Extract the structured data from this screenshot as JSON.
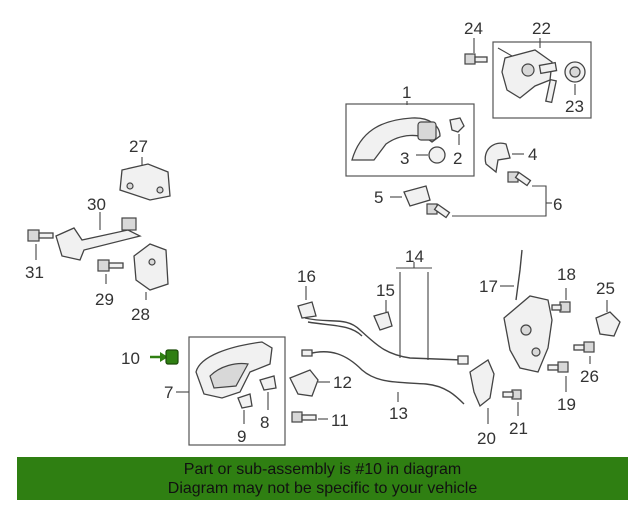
{
  "callouts": {
    "c1": "1",
    "c2": "2",
    "c3": "3",
    "c4": "4",
    "c5": "5",
    "c6": "6",
    "c7": "7",
    "c8": "8",
    "c9": "9",
    "c10": "10",
    "c11": "11",
    "c12": "12",
    "c13": "13",
    "c14": "14",
    "c15": "15",
    "c16": "16",
    "c17": "17",
    "c18": "18",
    "c19": "19",
    "c20": "20",
    "c21": "21",
    "c22": "22",
    "c23": "23",
    "c24": "24",
    "c25": "25",
    "c26": "26",
    "c27": "27",
    "c28": "28",
    "c29": "29",
    "c30": "30",
    "c31": "31"
  },
  "highlight": {
    "part_number": "10",
    "color": "#2f7f12"
  },
  "banner": {
    "line1": "Part or sub-assembly is #10 in diagram",
    "line2": "Diagram may not be specific to your vehicle",
    "color": "#2f7f12"
  }
}
